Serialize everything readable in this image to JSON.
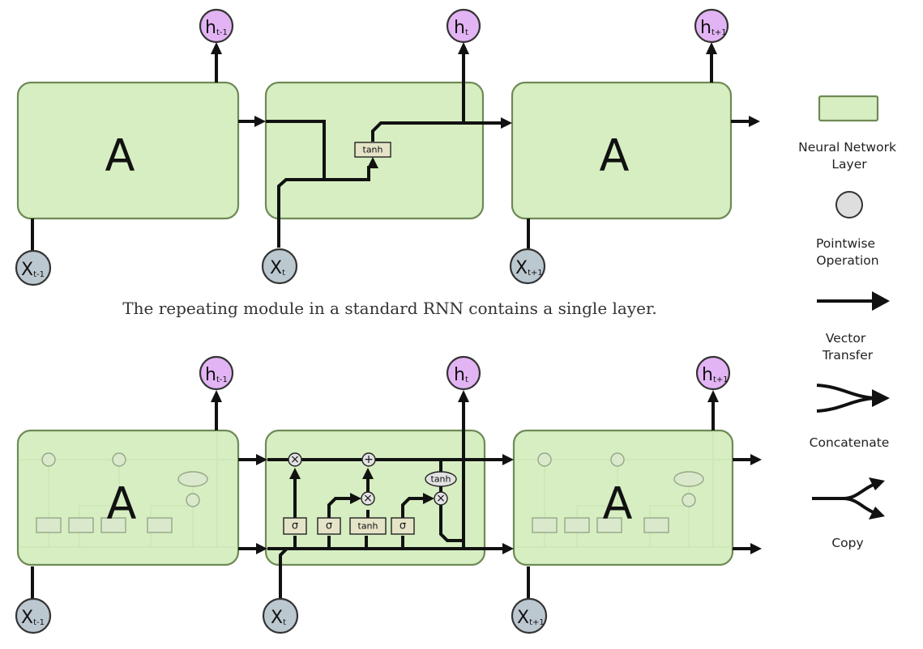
{
  "colors": {
    "cell_fill": "#d6eec1",
    "cell_stroke": "#6e8a55",
    "hidden_node": "#e3b4f4",
    "input_node": "#bcc8d0",
    "wire": "#111111"
  },
  "rnn": {
    "caption": "The repeating module in a standard RNN contains a single layer.",
    "cell_label": "A",
    "activation": "tanh",
    "inputs": [
      {
        "main": "X",
        "sub": "t-1"
      },
      {
        "main": "X",
        "sub": "t"
      },
      {
        "main": "X",
        "sub": "t+1"
      }
    ],
    "outputs": [
      {
        "main": "h",
        "sub": "t-1"
      },
      {
        "main": "h",
        "sub": "t"
      },
      {
        "main": "h",
        "sub": "t+1"
      }
    ]
  },
  "lstm": {
    "cell_label": "A",
    "gates": [
      "σ",
      "σ",
      "tanh",
      "σ"
    ],
    "output_tanh": "tanh",
    "multiply_symbol": "×",
    "add_symbol": "+",
    "inputs": [
      {
        "main": "X",
        "sub": "t-1"
      },
      {
        "main": "X",
        "sub": "t"
      },
      {
        "main": "X",
        "sub": "t+1"
      }
    ],
    "outputs": [
      {
        "main": "h",
        "sub": "t-1"
      },
      {
        "main": "h",
        "sub": "t"
      },
      {
        "main": "h",
        "sub": "t+1"
      }
    ]
  },
  "legend": {
    "neural_network_layer": [
      "Neural Network",
      "Layer"
    ],
    "pointwise_operation": [
      "Pointwise",
      "Operation"
    ],
    "vector_transfer": [
      "Vector",
      "Transfer"
    ],
    "concatenate": "Concatenate",
    "copy": "Copy"
  }
}
